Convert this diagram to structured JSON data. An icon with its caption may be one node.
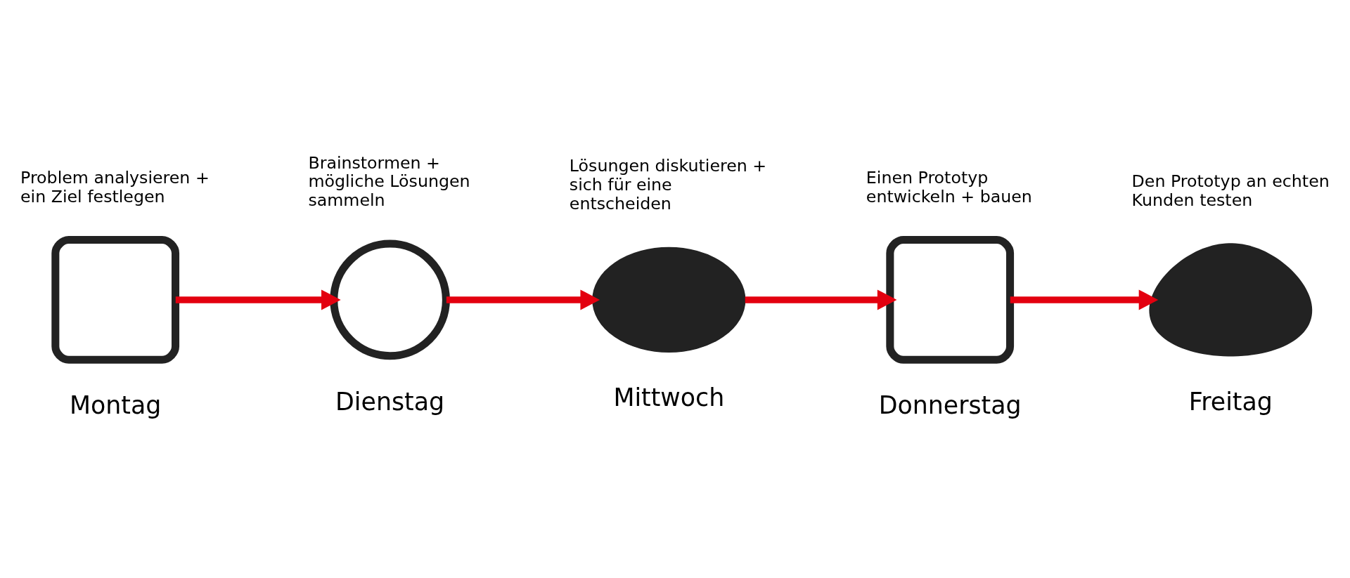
{
  "diagram": {
    "nodes": [
      {
        "text": [],
        "shape": "box",
        "beside": [
          "Problem analysieren + ein Ziel festlegen",
          "Montag"
        ]
      },
      {
        "text": [],
        "shape": "circle",
        "beside": [
          "Brainstormen + mögliche Lösungen sammeln",
          "Dienstag"
        ]
      },
      {
        "text": [],
        "shape": "ellipse",
        "beside": [
          "Lösungen diskutieren + sich für eine entscheiden",
          "Mittwoch"
        ]
      },
      {
        "text": [],
        "shape": "box",
        "beside": [
          "Einen Prototyp entwickeln + bauen",
          "Donnerstag"
        ]
      },
      {
        "text": [],
        "shape": "person",
        "beside": [
          "Den Prototyp an echten Kunden testen",
          "Freitag"
        ]
      }
    ],
    "edges": [
      {
        "from": 0,
        "to": 1,
        "arrow": "to"
      },
      {
        "from": 1,
        "to": 2,
        "arrow": "to"
      },
      {
        "from": 2,
        "to": 3,
        "arrow": "to"
      },
      {
        "from": 3,
        "to": 4,
        "arrow": "to"
      }
    ]
  }
}
